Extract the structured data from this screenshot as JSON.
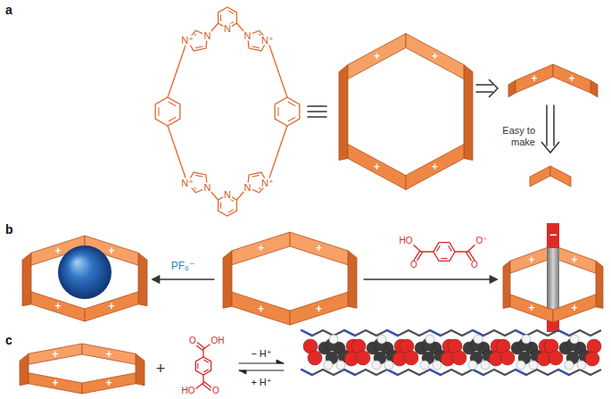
{
  "diagram": {
    "labels": [
      "a",
      "N⁺",
      "N",
      "N",
      "N",
      "N⁺",
      "N⁺",
      "N",
      "N",
      "N",
      "N⁺",
      "+",
      "+",
      "+",
      "+",
      "+",
      "+",
      "Easy to make",
      "b",
      "+",
      "+",
      "+",
      "+",
      "PF₆⁻",
      "+",
      "+",
      "+",
      "+",
      "HO",
      "O",
      "O⁻",
      "O",
      "−",
      "+",
      "+",
      "+",
      "+",
      "c",
      "+",
      "+",
      "+",
      "+",
      "+",
      "O",
      "OH",
      "HO",
      "O",
      "− H⁺",
      "+ H⁺"
    ]
  }
}
